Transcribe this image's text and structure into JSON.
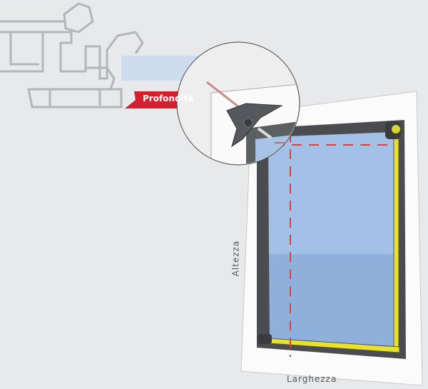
{
  "labels": {
    "depth": "Profondità",
    "height": "Altezza",
    "width": "Larghezza"
  },
  "colors": {
    "background": "#e8e9eb",
    "label_red": "#d3202c",
    "glass": "#9fbde3",
    "guide_yellow": "#e8e32a",
    "measure_dash": "#e0413a"
  }
}
